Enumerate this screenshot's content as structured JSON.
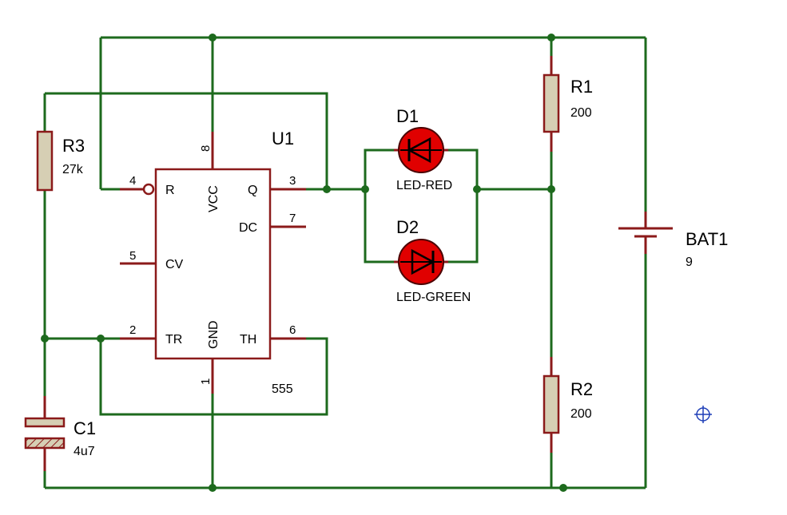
{
  "u1": {
    "ref": "U1",
    "part": "555",
    "pins": {
      "r": "R",
      "vcc": "VCC",
      "q": "Q",
      "dc": "DC",
      "cv": "CV",
      "tr": "TR",
      "gnd": "GND",
      "th": "TH"
    },
    "pin_numbers": {
      "p1": "1",
      "p2": "2",
      "p3": "3",
      "p4": "4",
      "p5": "5",
      "p6": "6",
      "p7": "7",
      "p8": "8"
    }
  },
  "r1": {
    "ref": "R1",
    "value": "200"
  },
  "r2": {
    "ref": "R2",
    "value": "200"
  },
  "r3": {
    "ref": "R3",
    "value": "27k"
  },
  "c1": {
    "ref": "C1",
    "value": "4u7"
  },
  "d1": {
    "ref": "D1",
    "value": "LED-RED",
    "color": "#e00000"
  },
  "d2": {
    "ref": "D2",
    "value": "LED-GREEN",
    "color": "#e00000"
  },
  "bat1": {
    "ref": "BAT1",
    "value": "9"
  },
  "colors": {
    "wire": "#1d6a1d",
    "component": "#8b1a1a",
    "body_fill": "#d6cfb4",
    "cursor": "#1f3fb8"
  }
}
